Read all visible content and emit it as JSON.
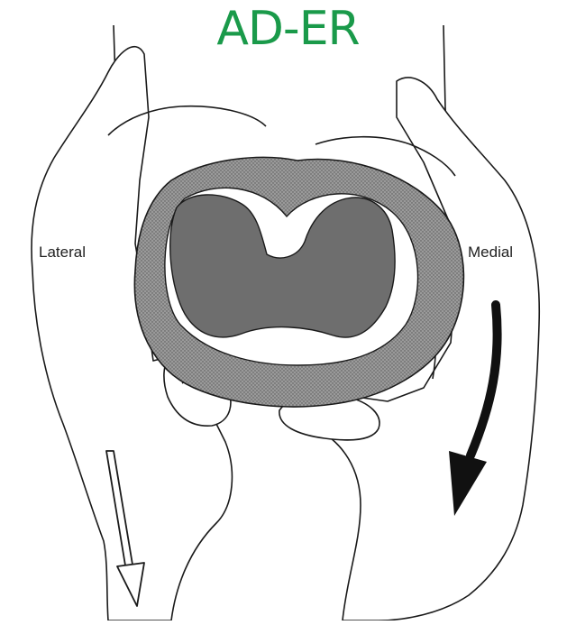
{
  "title": "AD-ER",
  "labels": {
    "lateral": "Lateral",
    "medial": "Medial"
  },
  "colors": {
    "title": "#1a9a4a",
    "line": "#1a1a1a",
    "cross_section": "#8c8c8c",
    "core": "#6e6e6e",
    "arrow_solid": "#111111",
    "arrow_outline": "#ffffff"
  },
  "icons": {
    "left_arrow": "hollow-down-arrow",
    "right_arrow": "solid-down-arrow"
  }
}
